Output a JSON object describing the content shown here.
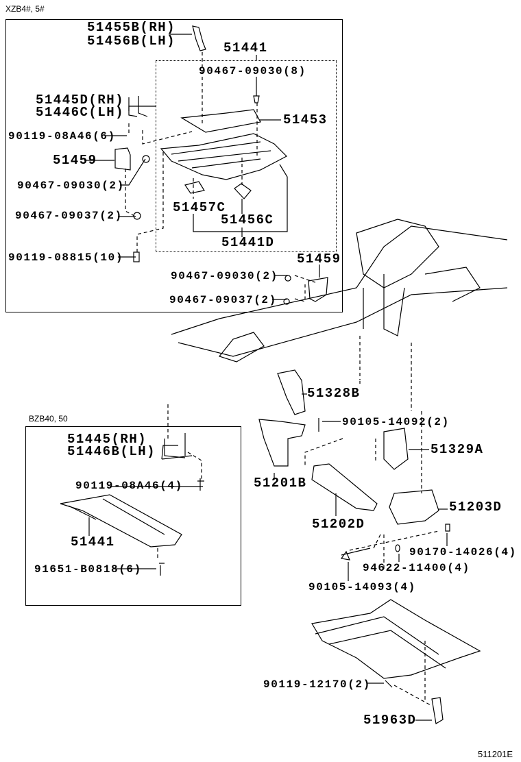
{
  "variants": {
    "top": "XZB4#, 5#",
    "bottom": "BZB40, 50"
  },
  "figure_code": "511201E",
  "top_panel": {
    "p51455B": "51455B(RH)",
    "p51456B": "51456B(LH)",
    "p51441": "51441",
    "p90467_8": "90467-09030(8)",
    "p51445D": "51445D(RH)",
    "p51446C": "51446C(LH)",
    "p51453": "51453",
    "p90119_6": "90119-08A46(6)",
    "p51459a": "51459",
    "p90467_2a": "90467-09030(2)",
    "p51457C": "51457C",
    "p90467_37a": "90467-09037(2)",
    "p51456C": "51456C",
    "p51441D": "51441D",
    "p90119_10": "90119-08815(10)",
    "p51459b": "51459",
    "p90467_2b": "90467-09030(2)",
    "p90467_37b": "90467-09037(2)"
  },
  "bottom_panel": {
    "p51445": "51445(RH)",
    "p51446B": "51446B(LH)",
    "p90119_4": "90119-08A46(4)",
    "p51441": "51441",
    "p91651": "91651-B0818(6)"
  },
  "frame": {
    "p51328B": "51328B",
    "p90105_2": "90105-14092(2)",
    "p51329A": "51329A",
    "p51201B": "51201B",
    "p51203D": "51203D",
    "p51202D": "51202D",
    "p90170": "90170-14026(4)",
    "p94622": "94622-11400(4)",
    "p90105_4": "90105-14093(4)",
    "p90119_12": "90119-12170(2)",
    "p51963D": "51963D"
  }
}
